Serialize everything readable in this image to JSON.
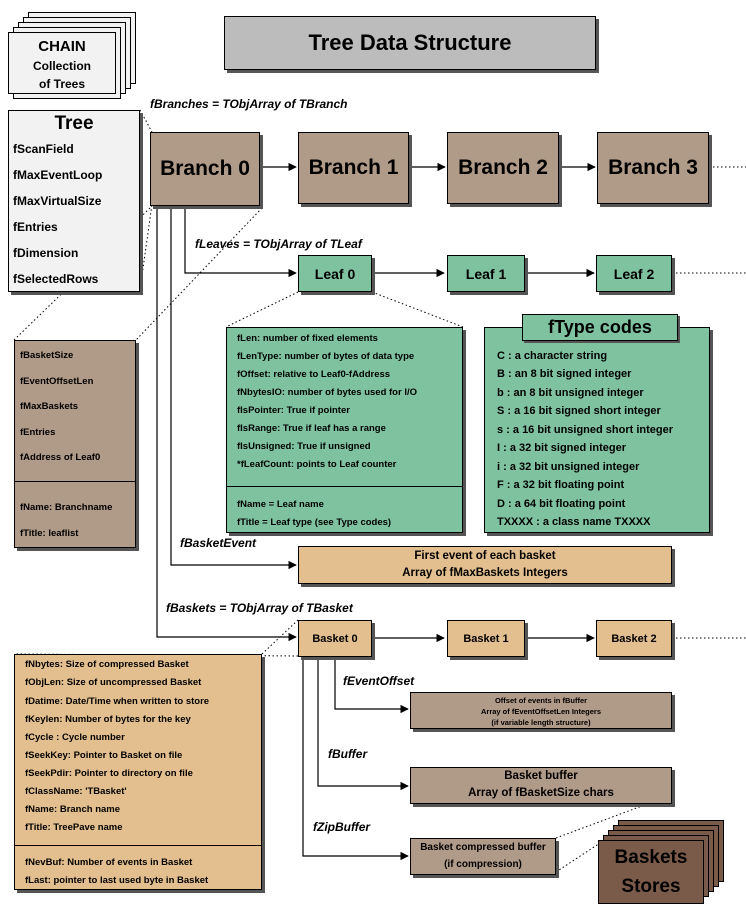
{
  "title": "Tree Data Structure",
  "chain": {
    "title": "CHAIN",
    "line1": "Collection",
    "line2": "of Trees"
  },
  "tree": {
    "title": "Tree",
    "fields": [
      "fScanField",
      "fMaxEventLoop",
      "fMaxVirtualSize",
      "fEntries",
      "fDimension",
      "fSelectedRows"
    ]
  },
  "labels": {
    "branches": "fBranches = TObjArray of TBranch",
    "leaves": "fLeaves = TObjArray of TLeaf",
    "basket_event": "fBasketEvent",
    "baskets": "fBaskets = TObjArray of TBasket",
    "event_offset": "fEventOffset",
    "buffer": "fBuffer",
    "zip_buffer": "fZipBuffer"
  },
  "branches": [
    "Branch 0",
    "Branch 1",
    "Branch 2",
    "Branch 3"
  ],
  "leaves": [
    "Leaf 0",
    "Leaf 1",
    "Leaf 2"
  ],
  "baskets": [
    "Basket 0",
    "Basket 1",
    "Basket 2"
  ],
  "branch_info": {
    "fields": [
      "fBasketSize",
      "fEventOffsetLen",
      "fMaxBaskets",
      "fEntries",
      "fAddress of Leaf0"
    ],
    "names": [
      "fName: Branchname",
      "fTitle: leaflist"
    ]
  },
  "leaf_info": {
    "fields": [
      "fLen: number of fixed elements",
      "fLenType: number of bytes of data type",
      "fOffset: relative to Leaf0-fAddress",
      "fNbytesIO: number of bytes used for I/O",
      "fIsPointer: True if pointer",
      "fIsRange: True if leaf has a range",
      "fIsUnsigned: True if unsigned",
      "*fLeafCount: points to Leaf counter"
    ],
    "names": [
      "fName = Leaf name",
      "fTitle = Leaf type (see Type codes)"
    ]
  },
  "ftype": {
    "title": "fType codes",
    "codes": [
      "C : a character string",
      "B : an 8 bit signed integer",
      "b : an 8 bit unsigned integer",
      "S : a 16 bit signed short integer",
      "s : a 16 bit unsigned short integer",
      "I : a 32 bit signed integer",
      "i : a 32 bit unsigned integer",
      "F : a 32 bit floating point",
      "D : a 64 bit floating point",
      "TXXXX : a class name TXXXX"
    ]
  },
  "first_event": {
    "line1": "First event of each basket",
    "line2": "Array of fMaxBaskets Integers"
  },
  "basket_info": {
    "fields": [
      "fNbytes: Size of compressed Basket",
      "fObjLen: Size of uncompressed Basket",
      "fDatime: Date/Time when written to store",
      "fKeylen: Number of bytes for the key",
      "fCycle : Cycle number",
      "fSeekKey: Pointer to Basket on file",
      "fSeekPdir: Pointer to directory on file",
      "fClassName: 'TBasket'",
      "fName: Branch name",
      "fTitle: TreePave name"
    ],
    "extra": [
      "fNevBuf: Number of events in Basket",
      "fLast: pointer to last used byte in Basket"
    ]
  },
  "offset_box": {
    "line1": "Offset of events in fBuffer",
    "line2": "Array of fEventOffsetLen Integers",
    "line3": "(if variable length structure)"
  },
  "buffer_box": {
    "line1": "Basket buffer",
    "line2": "Array of fBasketSize chars"
  },
  "zip_box": {
    "line1": "Basket compressed buffer",
    "line2": "(if compression)"
  },
  "stores": {
    "line1": "Baskets",
    "line2": "Stores"
  }
}
